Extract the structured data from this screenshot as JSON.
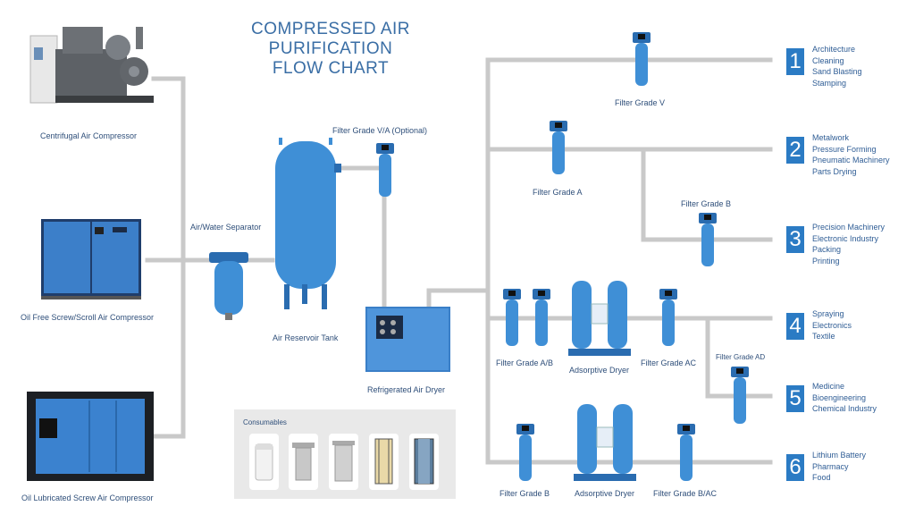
{
  "title": {
    "line1": "COMPRESSED AIR PURIFICATION",
    "line2": "FLOW CHART"
  },
  "compressors": {
    "centrifugal": "Centrifugal Air Compressor",
    "oil_free": "Oil Free Screw/Scroll Air Compressor",
    "oil_lubricated": "Oil Lubricated Screw Air Compressor"
  },
  "components": {
    "separator": "Air/Water Separator",
    "tank": "Air Reservoir Tank",
    "filter_va": "Filter Grade V/A (Optional)",
    "refrigerated_dryer": "Refrigerated Air Dryer",
    "filter_v": "Filter Grade V",
    "filter_a": "Filter Grade A",
    "filter_b_top": "Filter Grade B",
    "filter_ab": "Filter Grade A/B",
    "adsorptive_dryer_1": "Adsorptive Dryer",
    "filter_ac": "Filter Grade AC",
    "filter_ad": "Filter Grade AD",
    "filter_b_bottom": "Filter Grade B",
    "adsorptive_dryer_2": "Adsorptive Dryer",
    "filter_bac": "Filter Grade B/AC"
  },
  "applications": [
    {
      "number": "1",
      "lines": [
        "Architecture",
        "Cleaning",
        "Sand Blasting",
        "Stamping"
      ]
    },
    {
      "number": "2",
      "lines": [
        "Metalwork",
        "Pressure Forming",
        "Pneumatic Machinery",
        "Parts Drying"
      ]
    },
    {
      "number": "3",
      "lines": [
        "Precision Machinery",
        "Electronic Industry",
        "Packing",
        "Printing"
      ]
    },
    {
      "number": "4",
      "lines": [
        "Spraying",
        "Electronics",
        "Textile"
      ]
    },
    {
      "number": "5",
      "lines": [
        "Medicine",
        "Bioengineering",
        "Chemical Industry"
      ]
    },
    {
      "number": "6",
      "lines": [
        "Lithium Battery",
        "Pharmacy",
        "Food"
      ]
    }
  ],
  "consumables": {
    "title": "Consumables"
  },
  "colors": {
    "pipe": "#c9c9c9",
    "equipment": "#3f8fd6",
    "equipment_dark": "#2a6cb0",
    "title": "#3a6ea5",
    "number_badge": "#2b7bc4"
  }
}
